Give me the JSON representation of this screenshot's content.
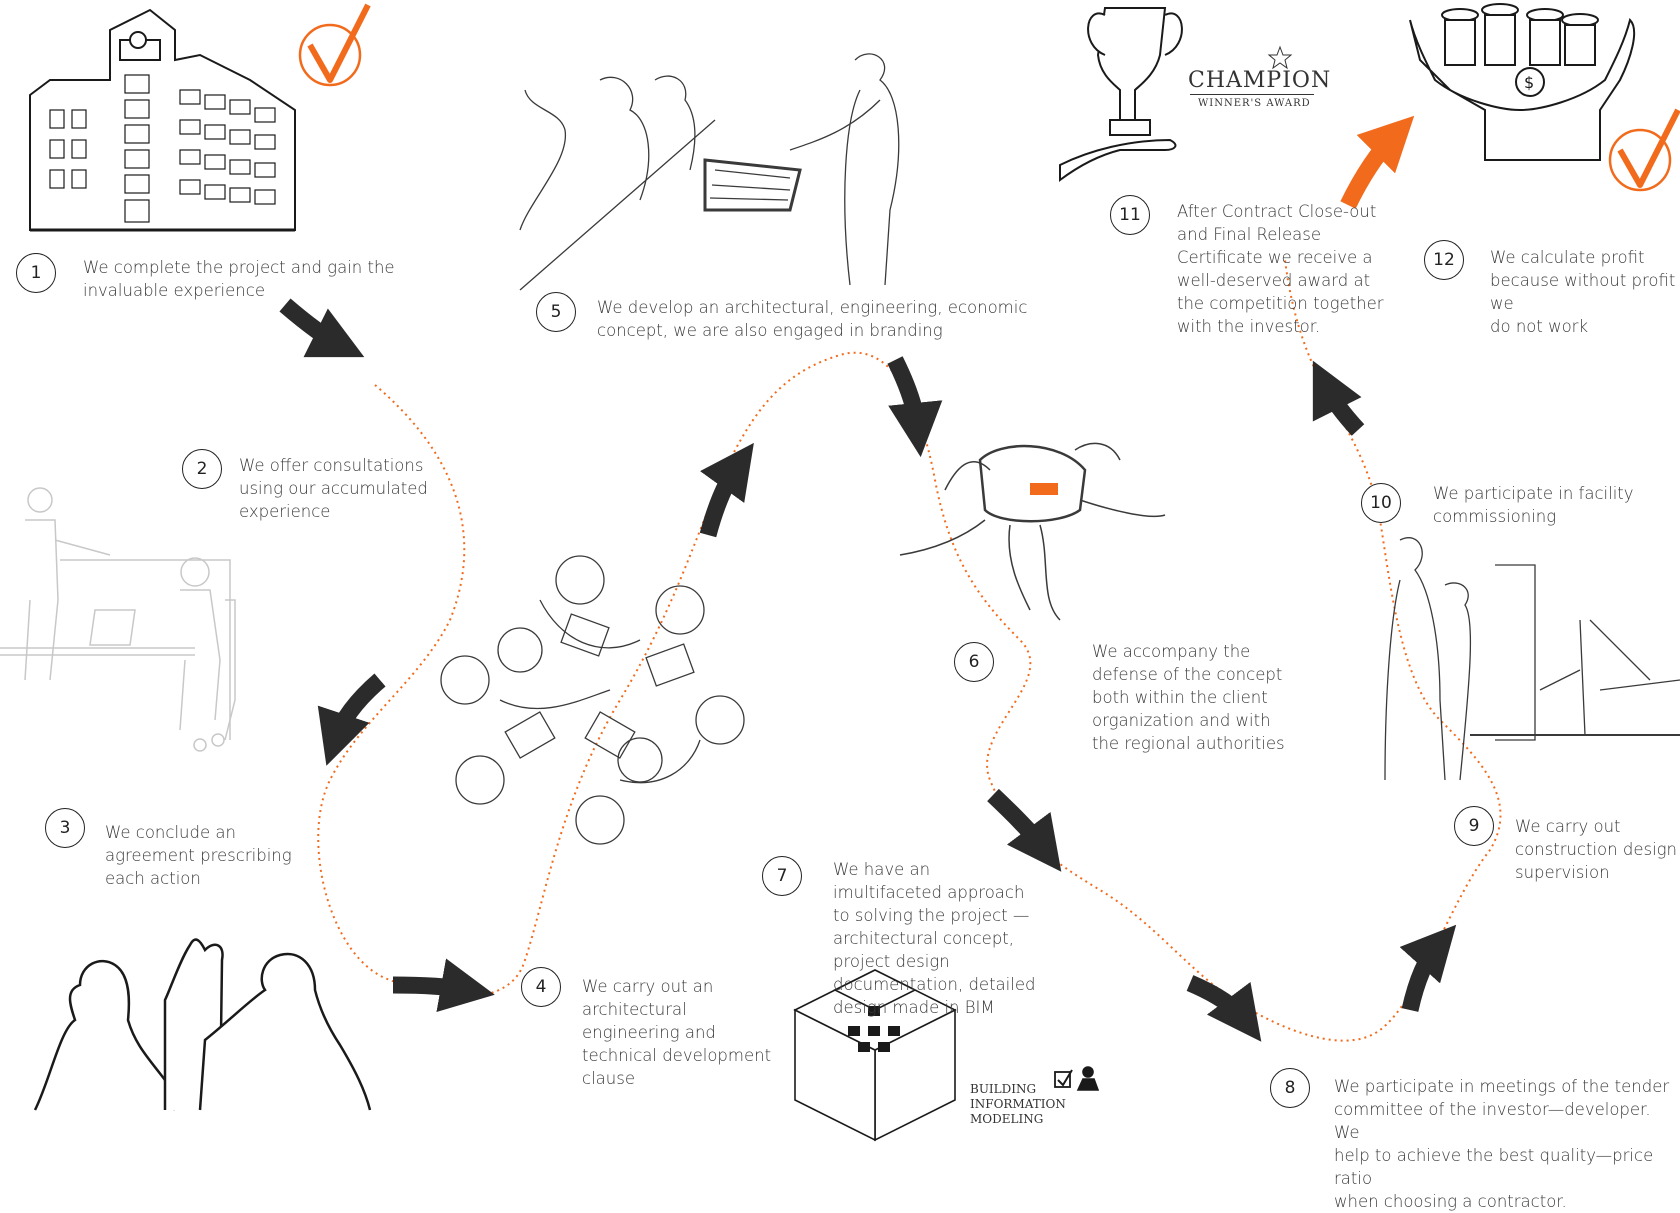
{
  "steps": [
    {
      "number": "1",
      "text": "We complete the project and gain the\ninvaluable  experience"
    },
    {
      "number": "2",
      "text": "We offer consultations\nusing our accumulated\nexperience"
    },
    {
      "number": "3",
      "text": "We conclude an\nagreement prescribing\neach action"
    },
    {
      "number": "4",
      "text": "We carry out an\narchitectural\nengineering and\ntechnical development\nclause"
    },
    {
      "number": "5",
      "text": "We develop an architectural, engineering, economic\nconcept, we are also engaged in branding"
    },
    {
      "number": "6",
      "text": "We accompany the\ndefense of the concept\nboth within the client\norganization and with\nthe regional authorities"
    },
    {
      "number": "7",
      "text": "We have an\nimultifaceted approach\nto solving the project —\narchitectural concept,\nproject design\ndocumentation, detailed\ndesign made in BIM"
    },
    {
      "number": "8",
      "text": "We participate in meetings of the tender\ncommittee of the investor—developer. We\nhelp to achieve the best quality—price  ratio\nwhen choosing a contractor."
    },
    {
      "number": "9",
      "text": "We carry out\nconstruction design\nsupervision"
    },
    {
      "number": "10",
      "text": "We participate in facility\ncommissioning"
    },
    {
      "number": "11",
      "text": "After Contract Close-out\nand Final Release\nCertificate  we receive a\nwell-deserved award at\nthe competition together\nwith the investor."
    },
    {
      "number": "12",
      "text": "We calculate profit\nbecause without profit we\ndo not work"
    }
  ],
  "award": {
    "title": "CHAMPION",
    "subtitle": "WINNER'S AWARD"
  },
  "bim": {
    "line1": "BUILDING",
    "line2": "INFORMATION",
    "line3": "MODELING"
  },
  "colors": {
    "accent": "#f26b1d",
    "arrow": "#2b2b2b",
    "line": "#555555",
    "faded": "#c8c8c8"
  },
  "icons": [
    "checkmark-icon",
    "building-icon",
    "coins-hands-icon",
    "trophy-icon",
    "vr-headset-icon",
    "bim-cube-icon",
    "handshake-icon"
  ]
}
